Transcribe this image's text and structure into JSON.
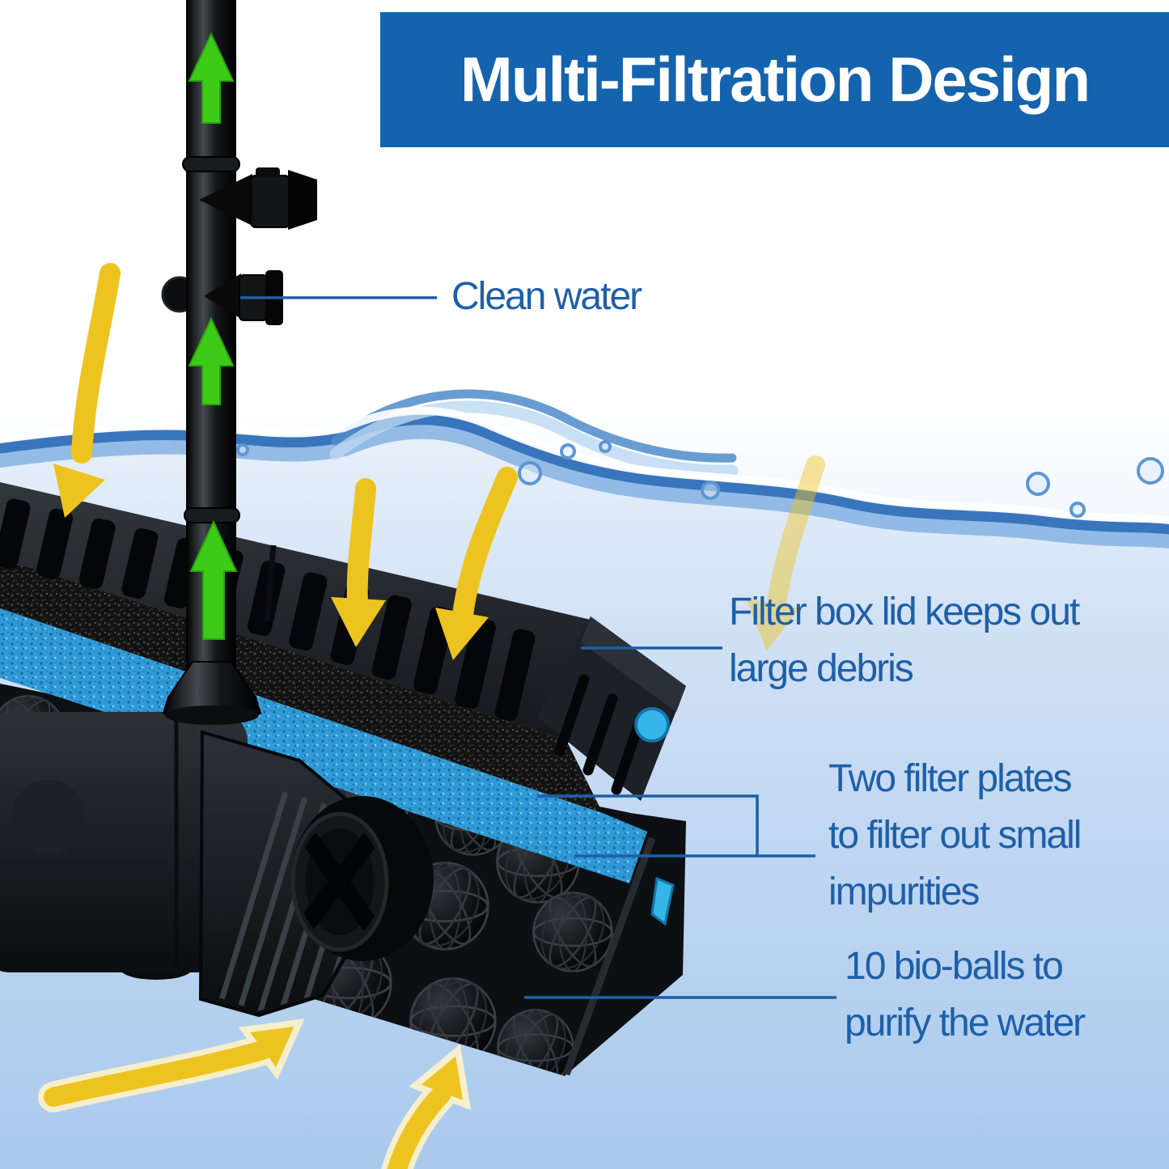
{
  "title": {
    "label": "Multi-Filtration Design"
  },
  "annotations": {
    "clean_water": {
      "line1": "Clean water"
    },
    "filter_lid": {
      "line1": "Filter box lid keeps out",
      "line2": "large debris"
    },
    "filter_plates": {
      "line1": "Two filter plates",
      "line2": "to filter out small",
      "line3": "impurities"
    },
    "bio_balls": {
      "line1": "10 bio-balls to",
      "line2": "purify the water"
    }
  },
  "colors": {
    "banner_bg": "#1463ae",
    "banner_text": "#ffffff",
    "label_text": "#1e5fa8",
    "callout": "#1e5fa8",
    "arrow_yellow": "#edc41f",
    "arrow_yellow_outline": "#f6efcc",
    "arrow_green": "#3ecb17",
    "sponge_blue": "#2f9ad6",
    "knob_cyan": "#35b6e8",
    "water_deep": "#a9c9ed",
    "product_black": "#101214"
  }
}
